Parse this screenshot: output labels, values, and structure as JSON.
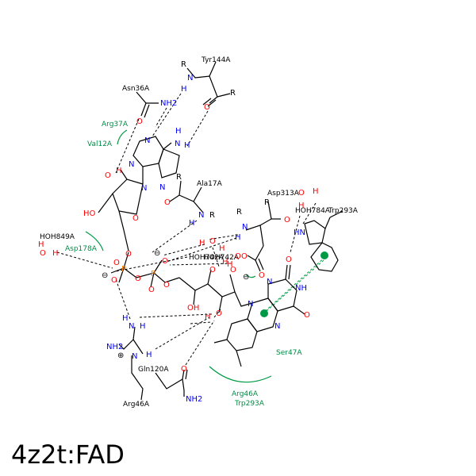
{
  "title": "4z2t:FAD",
  "residues": {
    "tyr144a": "Tyr144A",
    "asn36a": "Asn36A",
    "ala17a": "Ala17A",
    "asp313a": "Asp313A",
    "hoh784a": "HOH784A",
    "trp293a": "Trp293A",
    "hoh849a": "HOH849A",
    "hoh742a": "HOH742A",
    "hoh742a_overlap": "HOH742A",
    "gln120a": "Gln120A",
    "arg46a": "Arg46A"
  },
  "hydrophobic": {
    "arg37a": "Arg37A",
    "val12a": "Val12A",
    "asp178a": "Asp178A",
    "ser47a": "Ser47A",
    "arg46a": "Arg46A",
    "trp293a": "Trp293A"
  },
  "atoms": {
    "r": "R",
    "n": "N",
    "h": "H",
    "o": "O",
    "p": "P",
    "nh": "NH",
    "hn": "HN",
    "nh2": "NH2",
    "oh": "OH",
    "ho": "HO",
    "h2o": "H",
    "minus": "⊖",
    "plus": "⊕"
  }
}
